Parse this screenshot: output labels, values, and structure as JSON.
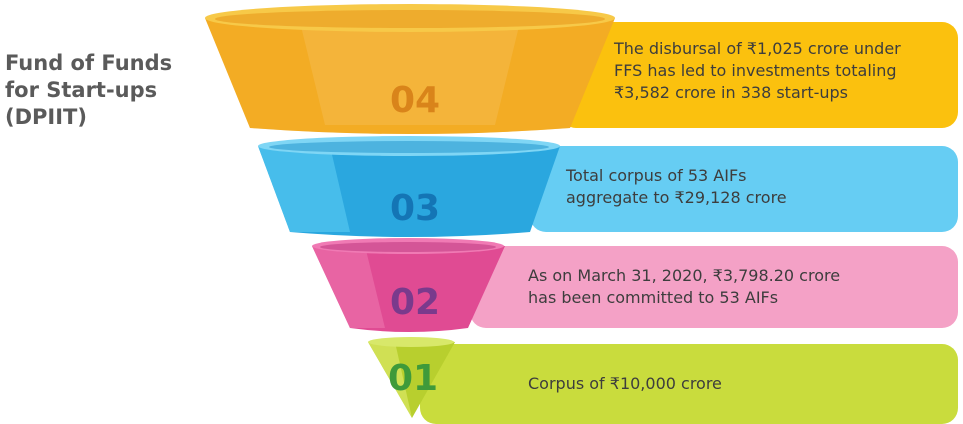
{
  "title": "Fund of Funds\nfor Start-ups\n(DPIIT)",
  "stages": [
    {
      "number": "04",
      "text": "The disbursal of ₹1,025 crore under\nFFS has led to investments totaling\n₹3,582 crore in 338 start-ups",
      "band_color": "#fbc10e",
      "funnel_color": "#f2a61c",
      "number_color": "#d9841a"
    },
    {
      "number": "03",
      "text": "Total corpus of 53 AIFs\naggregate to ₹29,128 crore",
      "band_color": "#66cdf3",
      "funnel_color": "#2aa7df",
      "number_color": "#1475b5"
    },
    {
      "number": "02",
      "text": "As on March 31, 2020, ₹3,798.20 crore\nhas been committed to 53 AIFs",
      "band_color": "#f4a1c6",
      "funnel_color": "#e04b93",
      "number_color": "#7a3a8c"
    },
    {
      "number": "01",
      "text": "Corpus of ₹10,000 crore",
      "band_color": "#c9dc3d",
      "funnel_color": "#b8cf2e",
      "number_color": "#3f9a3a"
    }
  ]
}
